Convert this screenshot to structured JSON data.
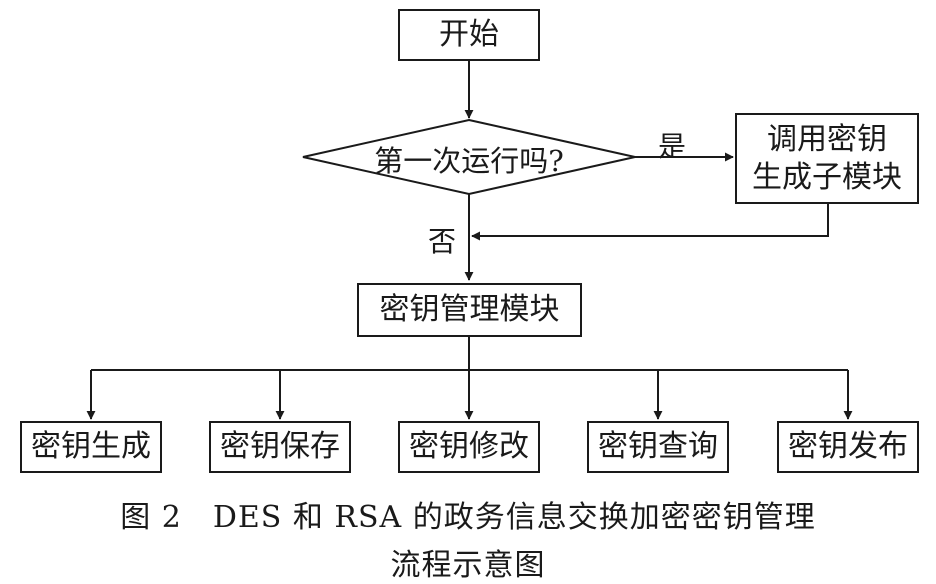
{
  "flowchart": {
    "start": "开始",
    "decision": "第一次运行吗?",
    "yes_label": "是",
    "no_label": "否",
    "keygen": [
      "调用密钥",
      "生成子模块"
    ],
    "manage": "密钥管理模块",
    "modules": [
      "密钥生成",
      "密钥保存",
      "密钥修改",
      "密钥查询",
      "密钥发布"
    ]
  },
  "caption": {
    "line1": "图 2　DES 和 RSA 的政务信息交换加密密钥管理",
    "line2": "流程示意图"
  }
}
